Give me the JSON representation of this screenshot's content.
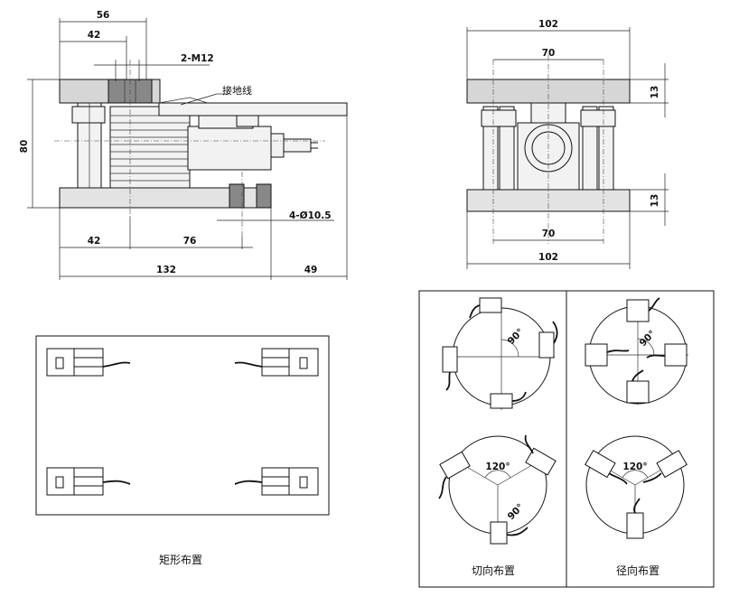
{
  "side_view": {
    "dims": {
      "d56": "56",
      "d42_top": "42",
      "bolt": "2-M12",
      "ground": "接地线",
      "d80": "80",
      "d42_bottom": "42",
      "d76": "76",
      "holes": "4-Ø10.5",
      "d132": "132",
      "d49": "49"
    }
  },
  "front_view": {
    "dims": {
      "d102_top": "102",
      "d70_top": "70",
      "d13_top": "13",
      "d13_bottom": "13",
      "d70_bottom": "70",
      "d102_bottom": "102"
    }
  },
  "layouts": {
    "rect_caption": "矩形布置",
    "tangential_caption": "切向布置",
    "radial_caption": "径向布置",
    "angle_90_a": "90°",
    "angle_90_b": "90°",
    "angle_120_a": "120°",
    "angle_120_b": "120°",
    "angle_90_c": "90°"
  }
}
